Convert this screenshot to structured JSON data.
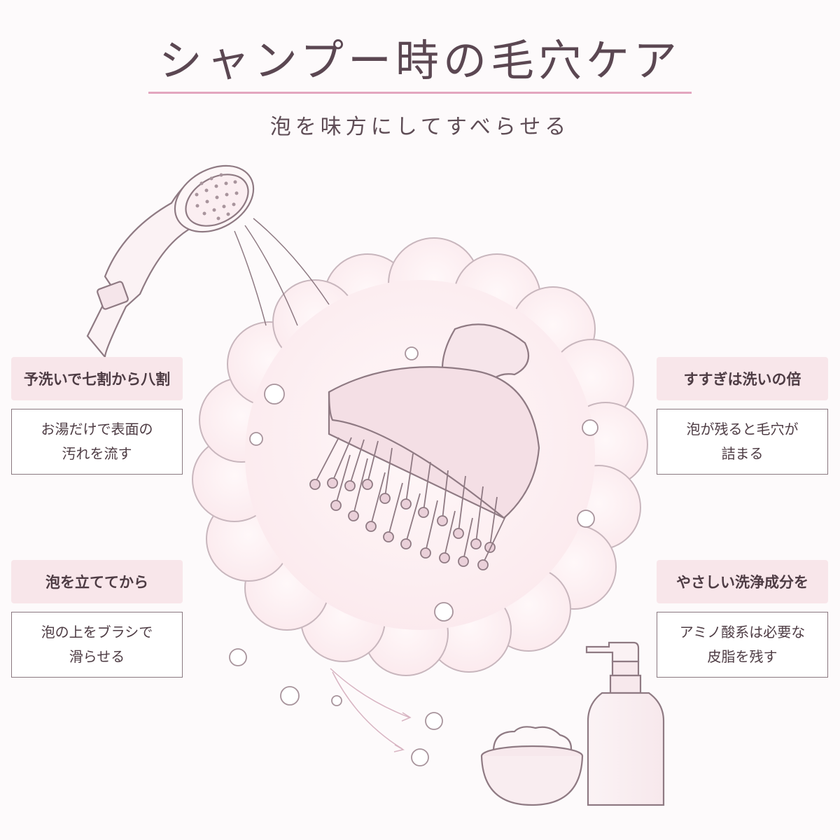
{
  "header": {
    "title": "シャンプー時の毛穴ケア",
    "subtitle": "泡を味方にしてすべらせる"
  },
  "colors": {
    "accent": "#e3a6bf",
    "card_header_bg": "#f8e6ea",
    "foam_fill": "#fdf0f2",
    "line": "#8f7a83",
    "text": "#5a4850"
  },
  "cards": {
    "top_left": {
      "heading": "予洗いで七割から八割",
      "lines": [
        "お湯だけで表面の",
        "汚れを流す"
      ]
    },
    "bottom_left": {
      "heading": "泡を立ててから",
      "lines": [
        "泡の上をブラシで",
        "滑らせる"
      ]
    },
    "top_right": {
      "heading": "すすぎは洗いの倍",
      "lines": [
        "泡が残ると毛穴が",
        "詰まる"
      ]
    },
    "bottom_right": {
      "heading": "やさしい洗浄成分を",
      "lines": [
        "アミノ酸系は必要な",
        "皮脂を残す"
      ]
    }
  },
  "illustrations": {
    "icons": [
      "shower-head-icon",
      "foam-cloud-icon",
      "scalp-brush-icon",
      "pump-bottle-icon",
      "foam-bowl-icon"
    ]
  }
}
